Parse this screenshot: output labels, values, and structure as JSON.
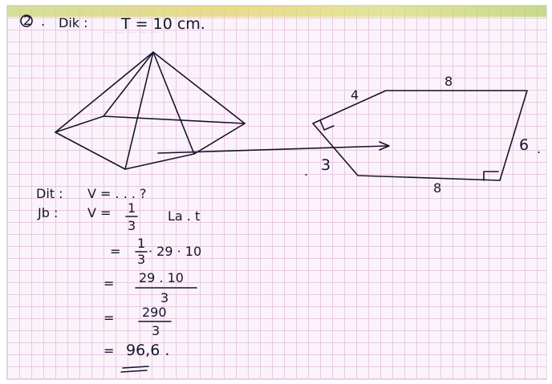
{
  "problem": {
    "number": "2",
    "given_label": "Dik :",
    "given_value": "T = 10 cm.",
    "asked_label": "Dit :",
    "asked_value": "V = . . . ?",
    "answer_label": "Jb :",
    "v_label": "V ="
  },
  "steps": [
    {
      "eq": "=",
      "num": "1",
      "den": "3",
      "rest": "La . t"
    },
    {
      "eq": "=",
      "num": "1",
      "den": "3",
      "rest": "· 29 · 10"
    },
    {
      "eq": "=",
      "num": "29 . 10",
      "den": "3",
      "rest": ""
    },
    {
      "eq": "=",
      "num": "290",
      "den": "3",
      "rest": ""
    },
    {
      "eq": "=",
      "num": "",
      "den": "",
      "rest": "96,6 ."
    }
  ],
  "base": {
    "side_top": "8",
    "side_bottom": "8",
    "side_right": "6",
    "side_upper_left": "4",
    "side_lower_left": "3"
  },
  "ink_color": "#15152a"
}
